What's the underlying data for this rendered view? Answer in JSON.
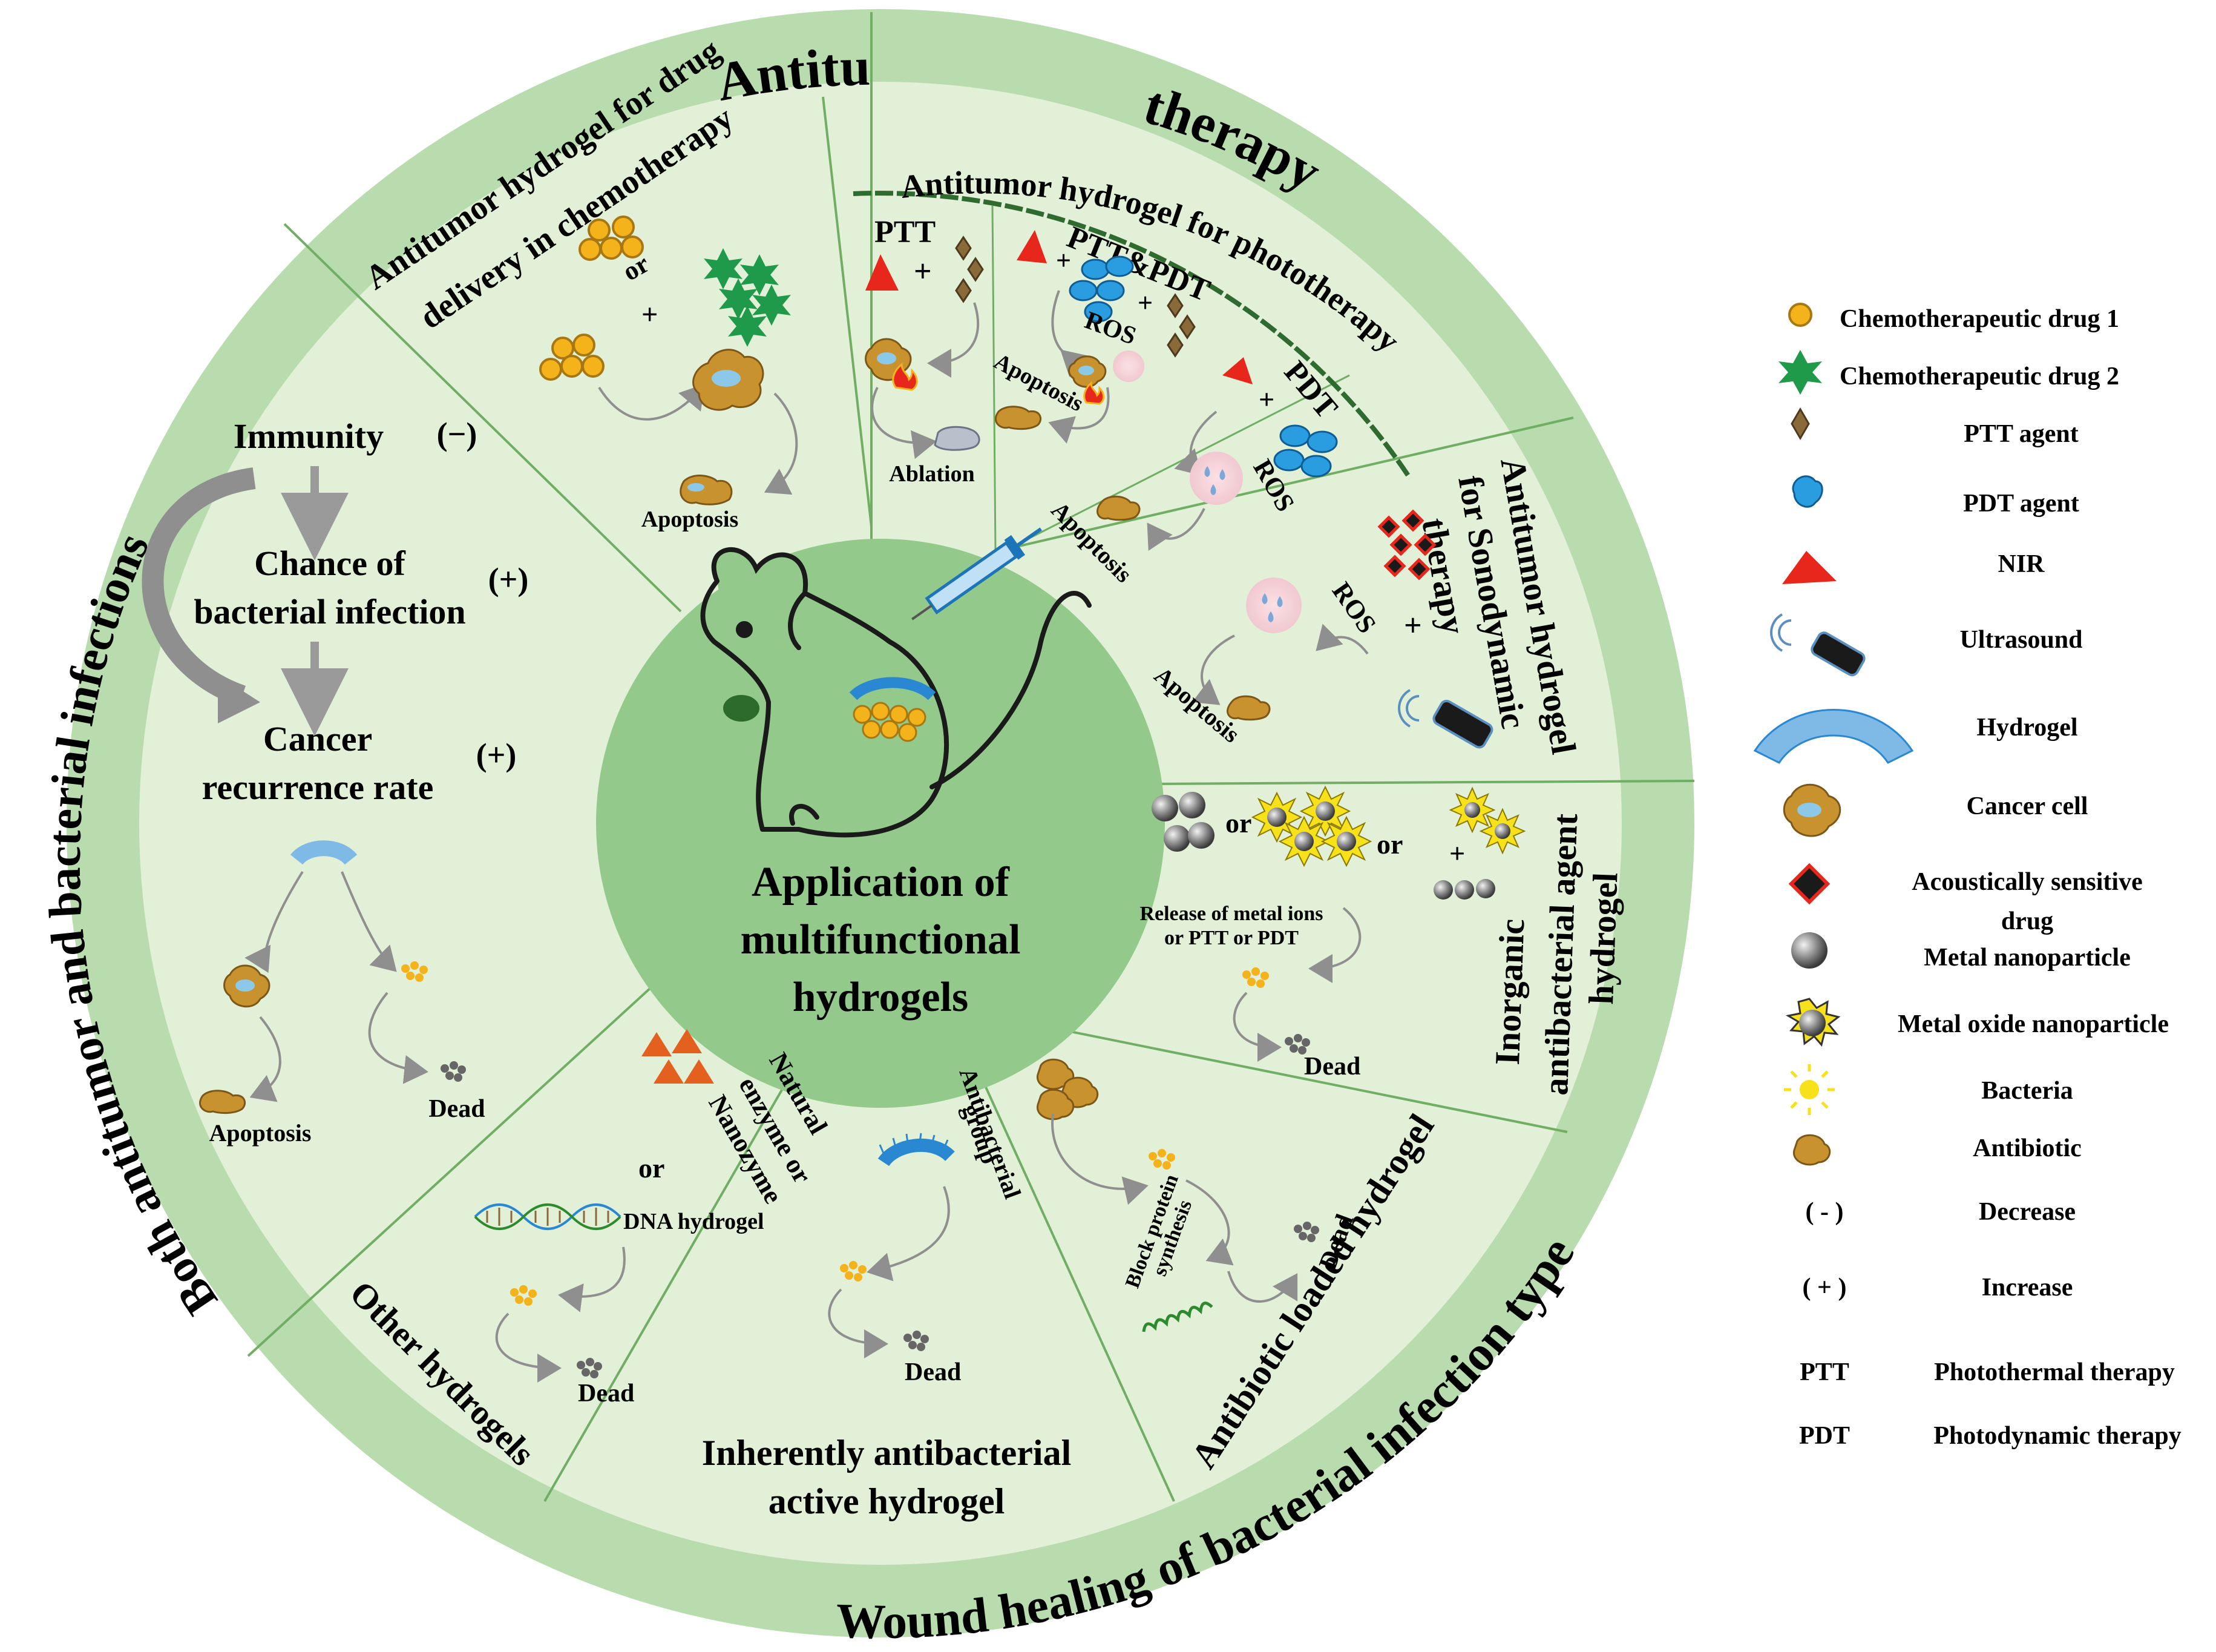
{
  "center": {
    "line1": "Application of",
    "line2": "multifunctional",
    "line3": "hydrogels"
  },
  "ring": {
    "top_left": "Antitumor",
    "top_right": "therapy",
    "left": "Both antitumor and bacterial infections",
    "bottom": "Wound healing of bacterial infection type"
  },
  "sectors": {
    "chemo": {
      "title1": "Antitumor hydrogel for drug",
      "title2": "delivery in chemotherapy",
      "or": "or",
      "plus": "+",
      "apoptosis": "Apoptosis"
    },
    "photo": {
      "arc_title": "Antitumor  hydrogel for phototherapy",
      "ptt": "PTT",
      "ptt_pdt": "PTT&PDT",
      "pdt": "PDT",
      "plus": "+",
      "ros": "ROS",
      "ablation": "Ablation",
      "apoptosis": "Apoptosis"
    },
    "sono": {
      "title1": "Antitumor hydrogel",
      "title2": "for Sonodynamic",
      "title3": "therapy",
      "ros": "ROS",
      "plus": "+",
      "apoptosis": "Apoptosis"
    },
    "inorganic": {
      "title1": "Inorganic",
      "title2": "antibacterial agent",
      "title3": "hydrogel",
      "or": "or",
      "plus": "+",
      "release1": "Release of metal ions",
      "release2": "or PTT or PDT",
      "dead": "Dead"
    },
    "antibiotic": {
      "title": "Antibiotic loaded hydrogel",
      "block1": "Block protein",
      "block2": "synthesis",
      "dead": "Dead"
    },
    "inherent": {
      "title1": "Inherently antibacterial",
      "title2": "active hydrogel",
      "group1": "Antibacterial",
      "group2": "group",
      "dead": "Dead"
    },
    "other": {
      "title": "Other hydrogels",
      "enzyme1": "Natural",
      "enzyme2": "enzyme or",
      "enzyme3": "Nanozyme",
      "or": "or",
      "dna": "DNA hydrogel",
      "dead": "Dead"
    },
    "both": {
      "immunity": "Immunity",
      "minus": "(−)",
      "chance1": "Chance of",
      "chance2": "bacterial infection",
      "plus1": "(+)",
      "cancer1": "Cancer",
      "cancer2": "recurrence rate",
      "plus2": "(+)",
      "apoptosis": "Apoptosis",
      "dead": "Dead"
    }
  },
  "legend": [
    {
      "icon": "chemo-drug-1-icon",
      "label": "Chemotherapeutic  drug  1"
    },
    {
      "icon": "chemo-drug-2-icon",
      "label": "Chemotherapeutic  drug  2"
    },
    {
      "icon": "ptt-agent-icon",
      "label": "PTT agent"
    },
    {
      "icon": "pdt-agent-icon",
      "label": "PDT agent"
    },
    {
      "icon": "nir-icon",
      "label": "NIR"
    },
    {
      "icon": "ultrasound-icon",
      "label": "Ultrasound"
    },
    {
      "icon": "hydrogel-icon",
      "label": "Hydrogel"
    },
    {
      "icon": "cancer-cell-icon",
      "label": "Cancer cell"
    },
    {
      "icon": "acoustic-drug-icon",
      "label": "Acoustically  sensitive",
      "label2": "drug"
    },
    {
      "icon": "metal-nanoparticle-icon",
      "label": "Metal nanoparticle"
    },
    {
      "icon": "metal-oxide-icon",
      "label": "Metal oxide nanoparticle"
    },
    {
      "icon": "bacteria-icon",
      "label": "Bacteria"
    },
    {
      "icon": "antibiotic-icon",
      "label": "Antibiotic"
    },
    {
      "icon": "decrease-icon",
      "symbol": "( - )",
      "label": "Decrease"
    },
    {
      "icon": "increase-icon",
      "symbol": "( + )",
      "label": "Increase"
    },
    {
      "symbol": "PTT",
      "label": "Photothermal therapy"
    },
    {
      "symbol": "PDT",
      "label": "Photodynamic therapy"
    }
  ],
  "colors": {
    "outer_ring": "#b8dcae",
    "inner_disc": "#e3f0d8",
    "center": "#93c98a",
    "divider": "#6fae63",
    "cell": "#c8922f",
    "drug1": "#f4b21b",
    "drug2": "#1f9a4a",
    "pdt": "#2a9de0",
    "nir": "#e8271c",
    "hydrogel": "#7fb9e6"
  }
}
